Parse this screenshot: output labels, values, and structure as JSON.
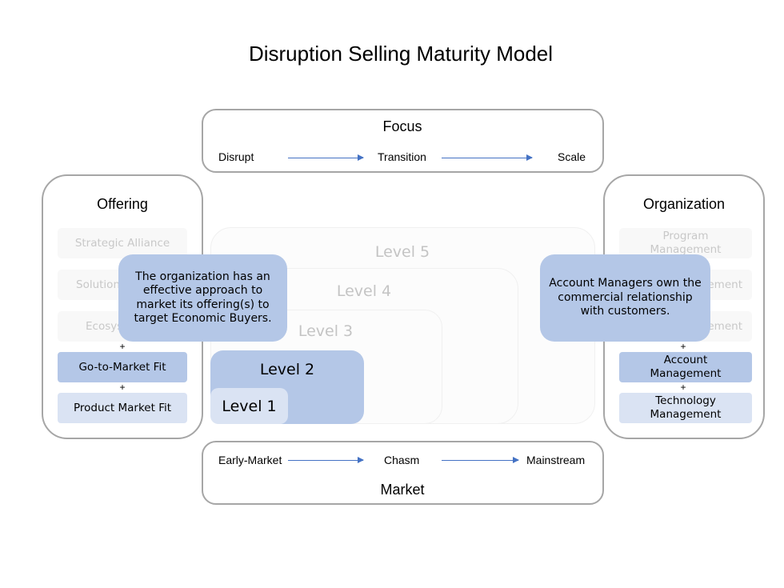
{
  "title": "Disruption Selling Maturity Model",
  "focus": {
    "heading": "Focus",
    "steps": [
      "Disrupt",
      "Transition",
      "Scale"
    ]
  },
  "market": {
    "heading": "Market",
    "steps": [
      "Early-Market",
      "Chasm",
      "Mainstream"
    ]
  },
  "offering": {
    "heading": "Offering",
    "items": [
      "Strategic Alliance",
      "Solution",
      "Ecosys",
      "Go-to-Market Fit",
      "Product Market Fit"
    ],
    "plus": "+"
  },
  "organization": {
    "heading": "Organization",
    "items": [
      "Program\nManagement",
      "ement",
      "ement",
      "Account\nManagement",
      "Technology\nManagement"
    ],
    "plus": "+"
  },
  "levels": [
    "Level 5",
    "Level 4",
    "Level 3",
    "Level 2",
    "Level 1"
  ],
  "callouts": {
    "offering": "The organization has an effective approach to market its offering(s) to target Economic Buyers.",
    "organization": "Account Managers own the commercial relationship with customers."
  },
  "colors": {
    "panel_border": "#a6a6a6",
    "highlight": "#b4c7e7",
    "light_highlight": "#dae3f3",
    "arrow": "#4472c4"
  }
}
